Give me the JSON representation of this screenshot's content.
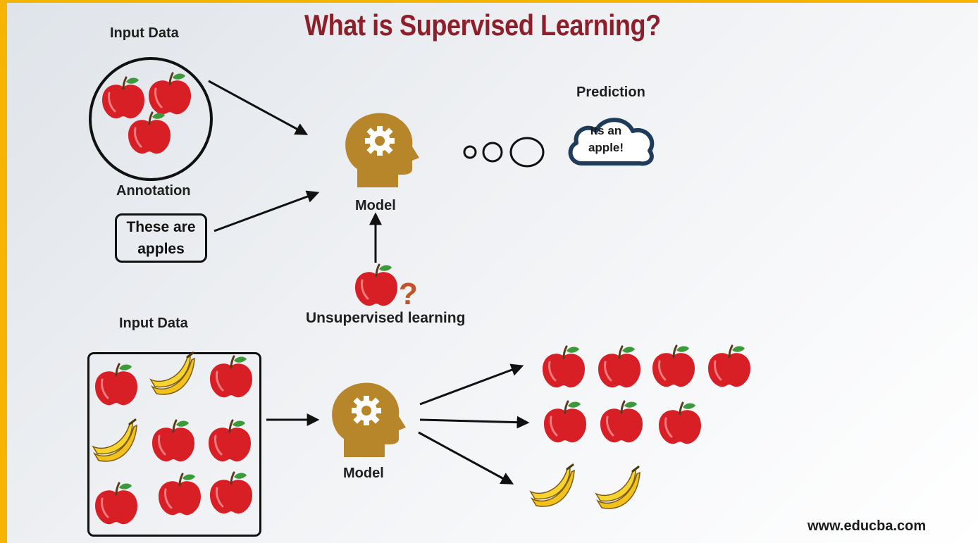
{
  "title": "What is Supervised Learning?",
  "supervised": {
    "input_label": "Input Data",
    "annotation_label": "Annotation",
    "annotation_text_line1": "These are",
    "annotation_text_line2": "apples",
    "model_label": "Model",
    "prediction_label": "Prediction",
    "prediction_text_line1": "Its an",
    "prediction_text_line2": "apple!"
  },
  "unsupervised": {
    "label": "Unsupervised learning",
    "input_label": "Input Data",
    "model_label": "Model"
  },
  "watermark": "www.educba.com",
  "colors": {
    "title": "#8c1f2a",
    "apple": "#d91f26",
    "banana": "#f2c11a",
    "head": "#b8862a",
    "question_mark": "#c0542a",
    "cloud": "#1f3b5a",
    "accent_strip": "#f5b400"
  }
}
